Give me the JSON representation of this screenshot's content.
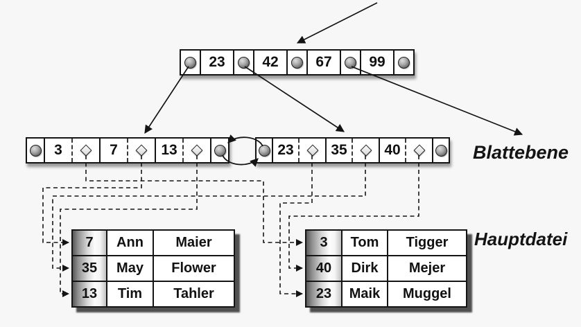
{
  "colors": {
    "background": "#f7f7f7",
    "stroke": "#141414",
    "node_fill": "#ffffff"
  },
  "labels": {
    "leaf_level": "Blattebene",
    "main_file": "Hauptdatei"
  },
  "icons": {
    "pointer_circle": "pointer-circle-icon",
    "record_pointer": "record-pointer-diamond-icon",
    "arrowhead": "arrowhead-icon"
  },
  "root_node": {
    "keys": [
      "23",
      "42",
      "67",
      "99"
    ]
  },
  "leaf_nodes": {
    "left": {
      "keys": [
        "3",
        "7",
        "13"
      ]
    },
    "right": {
      "keys": [
        "23",
        "35",
        "40"
      ]
    }
  },
  "tables": {
    "left": {
      "rows": [
        {
          "key": "7",
          "first": "Ann",
          "last": "Maier"
        },
        {
          "key": "35",
          "first": "May",
          "last": "Flower"
        },
        {
          "key": "13",
          "first": "Tim",
          "last": "Tahler"
        }
      ]
    },
    "right": {
      "rows": [
        {
          "key": "3",
          "first": "Tom",
          "last": "Tigger"
        },
        {
          "key": "40",
          "first": "Dirk",
          "last": "Mejer"
        },
        {
          "key": "23",
          "first": "Maik",
          "last": "Muggel"
        }
      ]
    }
  }
}
